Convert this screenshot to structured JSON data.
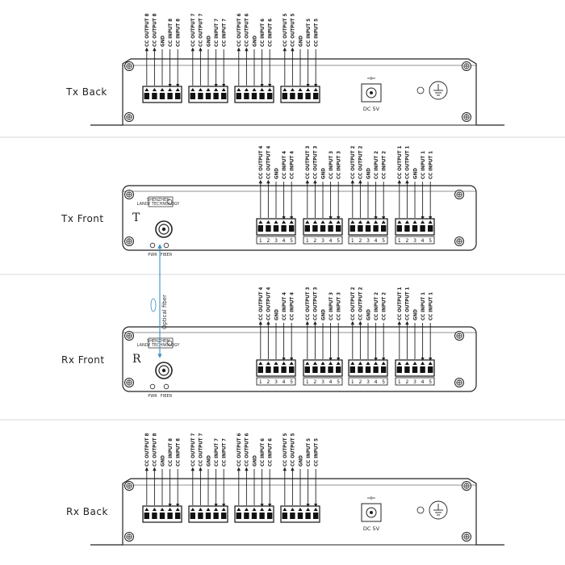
{
  "panels": [
    {
      "id": "tx-back",
      "label": "Tx Back",
      "kind": "back",
      "channels": [
        8,
        7,
        6,
        5
      ],
      "power_label": "DC 5V"
    },
    {
      "id": "tx-front",
      "label": "Tx Front",
      "kind": "front",
      "channels": [
        4,
        3,
        2,
        1
      ],
      "letter": "T",
      "pwr_label": "PWR",
      "fiber_label": "FIBER",
      "badge_text": "SHENZHEN LANDY TECHNOLOGY"
    },
    {
      "id": "rx-front",
      "label": "Rx Front",
      "kind": "front",
      "channels": [
        4,
        3,
        2,
        1
      ],
      "letter": "R",
      "pwr_label": "PWR",
      "fiber_label": "FIBER",
      "badge_text": "SHENZHEN LANDY TECHNOLOGY"
    },
    {
      "id": "rx-back",
      "label": "Rx Back",
      "kind": "back",
      "channels": [
        8,
        7,
        6,
        5
      ],
      "power_label": "DC 5V"
    }
  ],
  "signal_templates": [
    "CC OUTPUT {n}",
    "CC OUTPUT {n}",
    "GND",
    "CC INPUT {n}",
    "CC INPUT {n}"
  ],
  "signal_directions": [
    "up",
    "up",
    "none",
    "down",
    "down"
  ],
  "pin_numbers": [
    "1",
    "2",
    "3",
    "4",
    "5"
  ],
  "fiber_link_label": "Optical fiber",
  "colors": {
    "line": "#222222",
    "chassis_fill": "#ffffff",
    "fiber": "#3a8fc4",
    "separator": "#d9d9d9",
    "terminal": "#111111"
  }
}
